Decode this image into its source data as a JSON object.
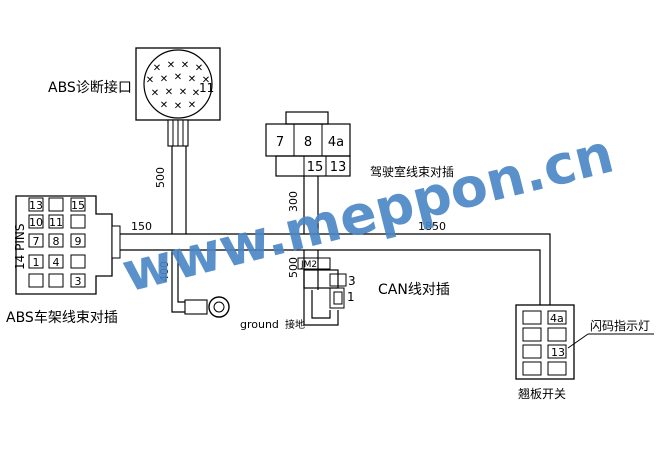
{
  "watermark": "www.meppon.cn",
  "abs_diag": {
    "label": "ABS诊断接口",
    "pin": "11"
  },
  "abs_frame": {
    "label": "ABS车架线束对插",
    "pins_label": "14 PINS",
    "pins": [
      "13",
      "15",
      "10",
      "11",
      "7",
      "8",
      "9",
      "1",
      "4",
      "3"
    ]
  },
  "cab": {
    "label": "驾驶室线束对插",
    "pins_top": [
      "7",
      "8",
      "4a"
    ],
    "pins_bottom": [
      "15",
      "13"
    ]
  },
  "can": {
    "label": "CAN线对插",
    "jumper": "JM2",
    "pin_a": "3",
    "pin_b": "1"
  },
  "ground": {
    "label": "ground",
    "label_cn": "接地"
  },
  "switch": {
    "label": "翘板开关",
    "pins": [
      "4a",
      "13"
    ]
  },
  "lamp": {
    "label": "闪码指示灯"
  },
  "lengths": {
    "l500a": "500",
    "l150": "150",
    "l300": "300",
    "l1850": "1850",
    "l400": "400",
    "l500b": "500"
  }
}
